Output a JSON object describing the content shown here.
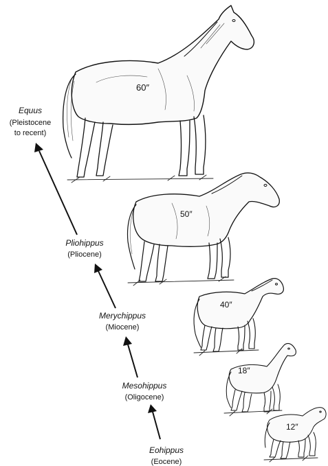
{
  "stages": [
    {
      "name": "Equus",
      "era_line1": "(Pleistocene",
      "era_line2": "to recent)",
      "height": "60″"
    },
    {
      "name": "Pliohippus",
      "era_line1": "(Pliocene)",
      "height": "50″"
    },
    {
      "name": "Merychippus",
      "era_line1": "(Miocene)",
      "height": "40″"
    },
    {
      "name": "Mesohippus",
      "era_line1": "(Oligocene)",
      "height": "18″"
    },
    {
      "name": "Eohippus",
      "era_line1": "(Eocene)",
      "height": "12″"
    }
  ]
}
